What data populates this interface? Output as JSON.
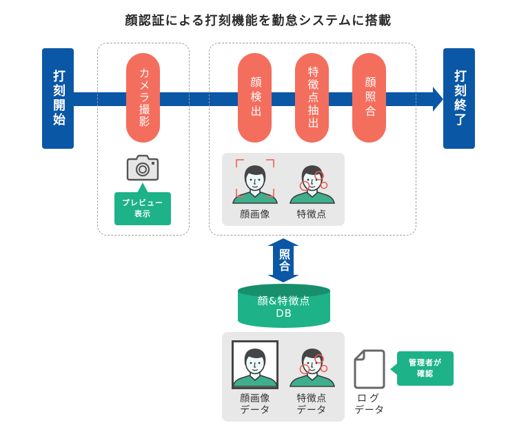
{
  "title": "顔認証による打刻機能を勤怠システムに搭載",
  "colors": {
    "primary_blue": "#0a57a6",
    "step_orange": "#f46e5e",
    "accent_green": "#1db287",
    "db_top_green": "#178f6c",
    "panel_gray": "#e8e8e8"
  },
  "flow": {
    "start": {
      "label": "打刻開始"
    },
    "end": {
      "label": "打刻終了"
    },
    "steps": [
      {
        "label": "カメラ撮影"
      },
      {
        "label": "顔検出"
      },
      {
        "label": "特徴点抽出"
      },
      {
        "label": "顔照合"
      }
    ]
  },
  "camera": {
    "icon": "camera-icon",
    "callout": {
      "line1": "プレビュー",
      "line2": "表示"
    }
  },
  "detection_panel": {
    "items": [
      {
        "icon": "face-detection-icon",
        "label": "顔画像"
      },
      {
        "icon": "face-feature-points-icon",
        "label": "特徴点"
      }
    ]
  },
  "match_arrow": {
    "label": "照合"
  },
  "database": {
    "line1": "顔&特徴点",
    "line2": "DB"
  },
  "storage_panel": {
    "items": [
      {
        "icon": "face-photo-icon",
        "line1": "顔画像",
        "line2": "データ"
      },
      {
        "icon": "face-feature-points-icon",
        "line1": "特徴点",
        "line2": "データ"
      }
    ]
  },
  "log": {
    "icon": "document-icon",
    "line1": "ログ",
    "line2": "データ"
  },
  "admin_callout": {
    "line1": "管理者が",
    "line2": "確認"
  }
}
